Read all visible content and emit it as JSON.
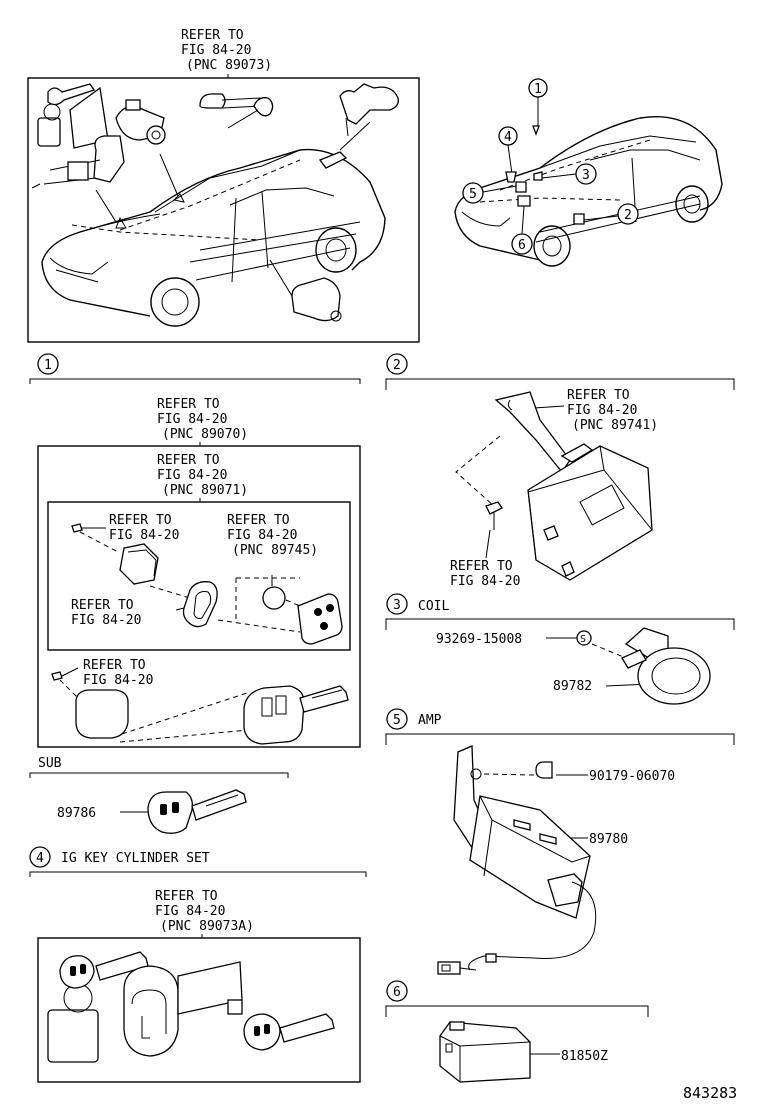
{
  "top_left": {
    "refer": [
      "REFER TO",
      "FIG 84-20",
      "(PNC 89073)"
    ]
  },
  "top_right": {
    "callouts": [
      "1",
      "2",
      "3",
      "4",
      "5",
      "6"
    ]
  },
  "s1": {
    "num": "1",
    "outer_refer": [
      "REFER TO",
      "FIG 84-20",
      "(PNC 89070)"
    ],
    "inner_refer": [
      "REFER TO",
      "FIG 84-20",
      "(PNC 89071)"
    ],
    "screw_refer": [
      "REFER TO",
      "FIG 84-20"
    ],
    "battery_refer": [
      "REFER TO",
      "FIG 84-20",
      "(PNC 89745)"
    ],
    "ring_refer": [
      "REFER TO",
      "FIG 84-20"
    ],
    "key_screw_refer": [
      "REFER TO",
      "FIG 84-20"
    ]
  },
  "sub": {
    "title": "SUB",
    "part": "89786"
  },
  "s2": {
    "num": "2",
    "bracket_refer": [
      "REFER TO",
      "FIG 84-20",
      "(PNC 89741)"
    ],
    "bolt_refer": [
      "REFER TO",
      "FIG 84-20"
    ]
  },
  "s3": {
    "num": "3",
    "title": "COIL",
    "part_screw": "93269-15008",
    "part_coil": "89782"
  },
  "s4": {
    "num": "4",
    "title": "IG KEY CYLINDER SET",
    "refer": [
      "REFER TO",
      "FIG 84-20",
      "(PNC 89073A)"
    ]
  },
  "s5": {
    "num": "5",
    "title": "AMP",
    "part_clip": "90179-06070",
    "part_amp": "89780"
  },
  "s6": {
    "num": "6",
    "part": "81850Z"
  },
  "figure_no": "843283"
}
